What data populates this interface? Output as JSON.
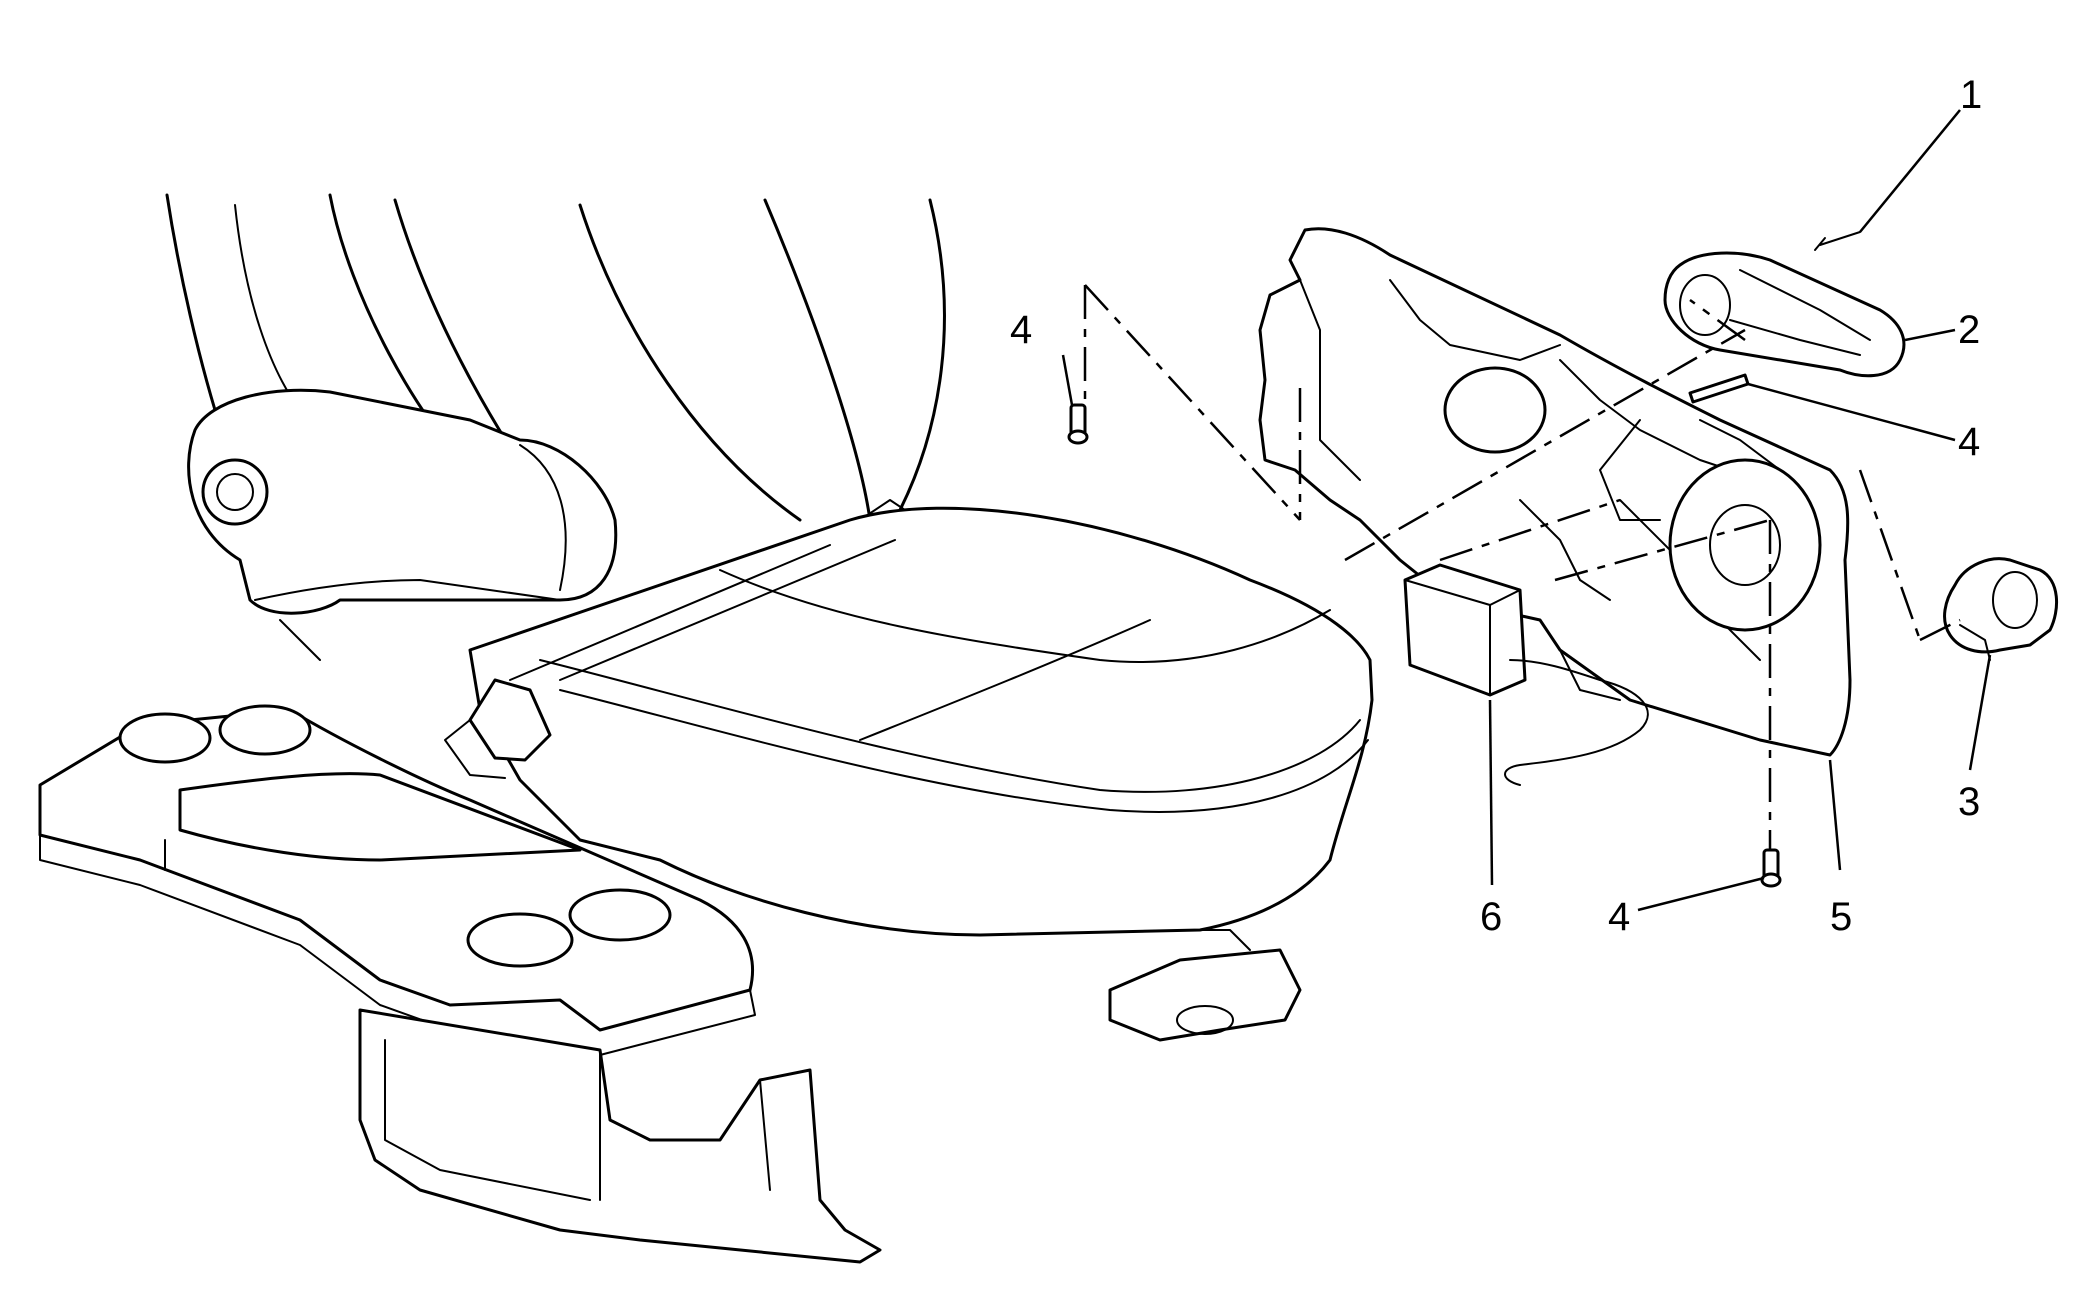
{
  "callouts": {
    "c1": "1",
    "c2": "2",
    "c3": "3",
    "c4a": "4",
    "c4b": "4",
    "c4c": "4",
    "c5": "5",
    "c6": "6"
  },
  "colors": {
    "line": "#000000",
    "background": "#ffffff"
  }
}
